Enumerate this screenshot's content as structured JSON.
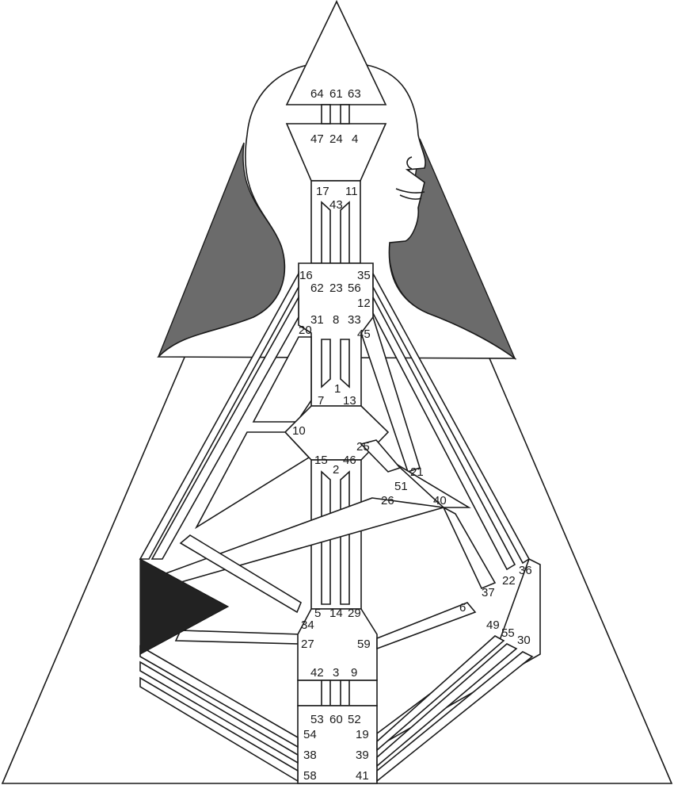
{
  "colors": {
    "line": "#1a1a1a",
    "shade": "#6b6b6b",
    "spleen_fill": "#222222",
    "background": "#ffffff"
  },
  "gates": {
    "head": [
      "64",
      "61",
      "63"
    ],
    "ajna_top": [
      "47",
      "24",
      "4"
    ],
    "ajna_bottom": [
      "17",
      "43",
      "11"
    ],
    "throat_top": [
      "16",
      "62",
      "23",
      "56",
      "35"
    ],
    "throat_side": [
      "12",
      "31",
      "8",
      "33",
      "20",
      "45"
    ],
    "g_top": [
      "7",
      "1",
      "13"
    ],
    "g_left": [
      "10"
    ],
    "g_bottom": [
      "15",
      "2",
      "46",
      "25"
    ],
    "heart": [
      "21",
      "51",
      "26",
      "40"
    ],
    "sacral_top": [
      "5",
      "14",
      "29",
      "34",
      "27",
      "59",
      "6",
      "37"
    ],
    "sacral_bottom": [
      "42",
      "3",
      "9"
    ],
    "root_top": [
      "53",
      "60",
      "52"
    ],
    "root_left": [
      "54",
      "38",
      "58"
    ],
    "root_right": [
      "19",
      "39",
      "41"
    ],
    "solar": [
      "36",
      "22",
      "49",
      "55",
      "30"
    ]
  }
}
